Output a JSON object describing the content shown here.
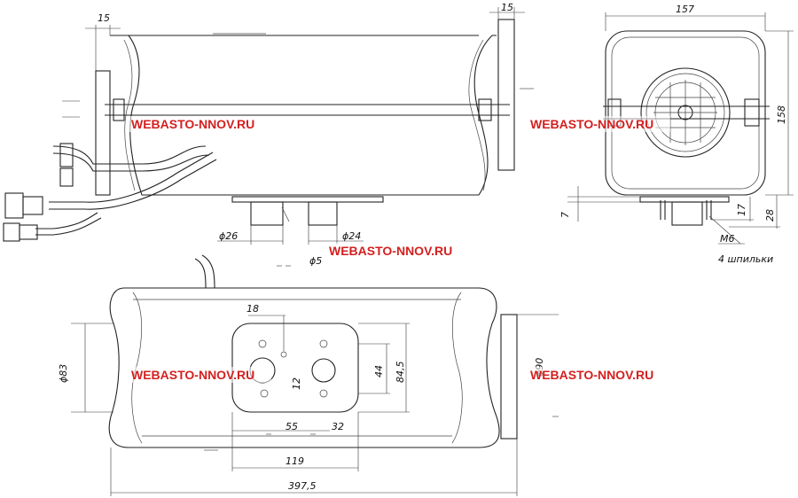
{
  "watermark": "WEBASTO-NNOV.RU",
  "dimensions": {
    "top_left_15": "15",
    "top_right_15": "15",
    "width_157": "157",
    "height_158": "158",
    "d26": "ϕ26",
    "d24": "ϕ24",
    "d5": "ϕ5",
    "dim_7": "7",
    "dim_17": "17",
    "dim_28": "28",
    "m6": "M6",
    "studs": "4 шпильки",
    "dim_18": "18",
    "d83": "ϕ83",
    "dim_12": "12",
    "dim_44": "44",
    "dim_84_5": "84,5",
    "dim_55": "55",
    "dim_32": "32",
    "dim_119": "119",
    "dim_397_5": "397,5",
    "d90": "ϕ90"
  }
}
